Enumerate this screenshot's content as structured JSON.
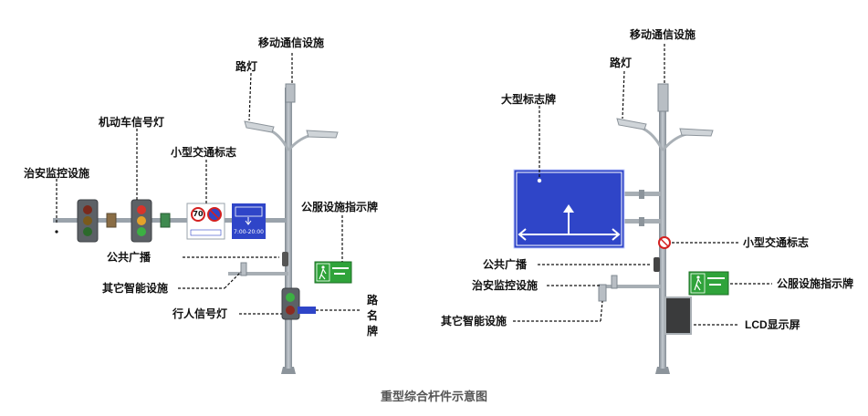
{
  "caption": "重型综合杆件示意图",
  "left_pole": {
    "labels": {
      "mobile": "移动通信设施",
      "street_light": "路灯",
      "vehicle_signal": "机动车信号灯",
      "small_sign": "小型交通标志",
      "security": "治安监控设施",
      "service_sign": "公服设施指示牌",
      "broadcast": "公共广播",
      "other_smart": "其它智能设施",
      "pedestrian_signal": "行人信号灯",
      "road_name": "路名牌"
    },
    "speed_limit": "70",
    "sign_time": "7:00-20:00"
  },
  "right_pole": {
    "labels": {
      "mobile": "移动通信设施",
      "street_light": "路灯",
      "large_sign": "大型标志牌",
      "broadcast": "公共广播",
      "small_sign": "小型交通标志",
      "security": "治安监控设施",
      "service_sign": "公服设施指示牌",
      "other_smart": "其它智能设施",
      "lcd": "LCD显示屏"
    }
  },
  "colors": {
    "pole": "#9aa3ab",
    "sign_blue": "#2f45c8",
    "sign_green": "#2fa33a",
    "leader": "#111111"
  }
}
